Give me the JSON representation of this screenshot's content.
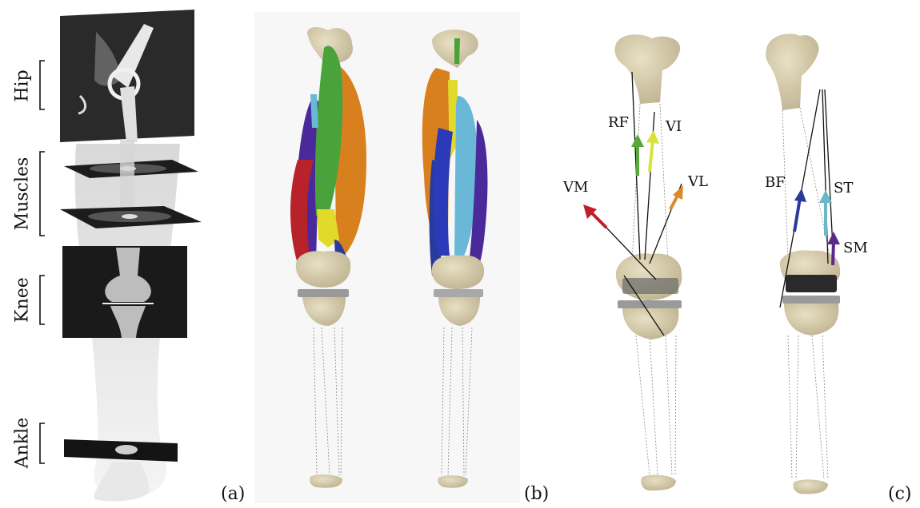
{
  "panel_a": {
    "region_labels": [
      "Hip",
      "Muscles",
      "Knee",
      "Ankle"
    ],
    "letter": "(a)"
  },
  "panel_b": {
    "letter": "(b)"
  },
  "panel_c": {
    "letter": "(c)",
    "front_muscles": [
      "RF",
      "VI",
      "VM",
      "VL"
    ],
    "back_muscles": [
      "BF",
      "ST",
      "SM"
    ]
  },
  "colors": {
    "bone": "#d8cfb0",
    "rf_arrow": "#5aa83a",
    "vi_arrow": "#d8e23a",
    "vm_arrow": "#c0202a",
    "vl_arrow": "#d98a2a",
    "bf_arrow": "#2a3a9a",
    "st_arrow": "#6ab8c8",
    "sm_arrow": "#5a2a8a"
  }
}
